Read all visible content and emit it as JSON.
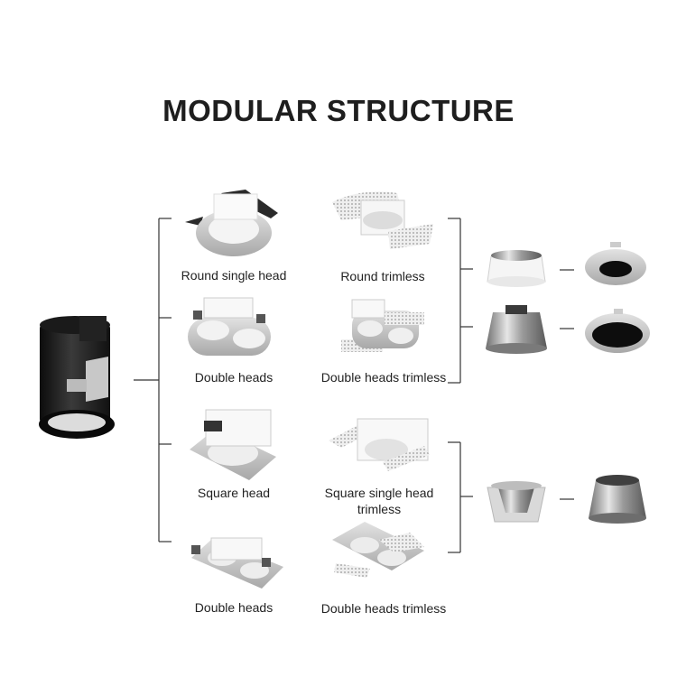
{
  "title": "MODULAR STRUCTURE",
  "labels": {
    "round_single_head": "Round single head",
    "round_trimless": "Round trimless",
    "double_heads_1": "Double heads",
    "double_heads_trimless_1": "Double heads trimless",
    "square_head": "Square head",
    "square_single_head_trimless_line1": "Square single head",
    "square_single_head_trimless_line2": "trimless",
    "double_heads_2": "Double heads",
    "double_heads_trimless_2": "Double heads trimless"
  }
}
